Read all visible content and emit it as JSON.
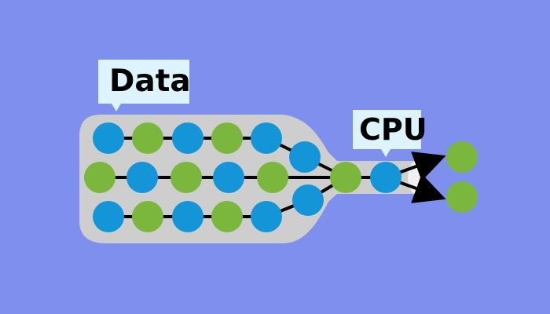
{
  "labels": {
    "data": "Data",
    "cpu": "CPU"
  },
  "colors": {
    "background": "#7f8fee",
    "bottle": "#cecece",
    "blue_node": "#1495d8",
    "green_node": "#7bb73d",
    "callout_fill": "#ddf4ff",
    "line": "#000000"
  },
  "nodes": {
    "rows": [
      [
        "blue",
        "green",
        "blue",
        "green",
        "blue"
      ],
      [
        "green",
        "blue",
        "green",
        "blue",
        "green"
      ],
      [
        "blue",
        "green",
        "blue",
        "green",
        "blue"
      ]
    ],
    "merge": [
      "blue",
      "blue"
    ],
    "neck": [
      "green",
      "blue"
    ],
    "outputs": [
      "green",
      "green"
    ]
  }
}
